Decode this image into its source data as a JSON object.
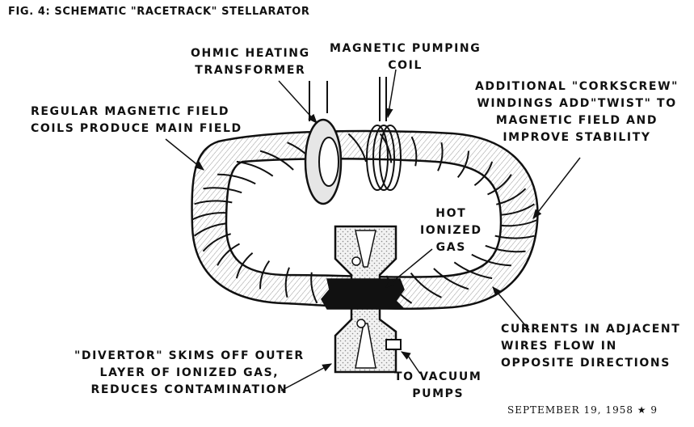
{
  "figure": {
    "title": "FIG. 4: SCHEMATIC \"RACETRACK\" STELLARATOR"
  },
  "labels": {
    "ohmic": [
      "OHMIC HEATING",
      "TRANSFORMER"
    ],
    "pumping": [
      "MAGNETIC PUMPING",
      "COIL"
    ],
    "regular": [
      "REGULAR MAGNETIC FIELD",
      "COILS PRODUCE MAIN FIELD"
    ],
    "corkscrew": [
      "ADDITIONAL \"CORKSCREW\"",
      "WINDINGS ADD\"TWIST\" TO",
      "MAGNETIC FIELD AND",
      "IMPROVE  STABILITY"
    ],
    "hotgas": [
      "HOT",
      "IONIZED",
      "GAS"
    ],
    "currents": [
      "CURRENTS IN ADJACENT",
      "WIRES FLOW IN",
      "OPPOSITE  DIRECTIONS"
    ],
    "divertor": [
      "\"DIVERTOR\" SKIMS OFF OUTER",
      "LAYER OF IONIZED GAS,",
      "REDUCES CONTAMINATION"
    ],
    "vacuum": [
      "TO VACUUM",
      "PUMPS"
    ]
  },
  "footer": {
    "text": "SEPTEMBER 19, 1958  ★  9"
  }
}
